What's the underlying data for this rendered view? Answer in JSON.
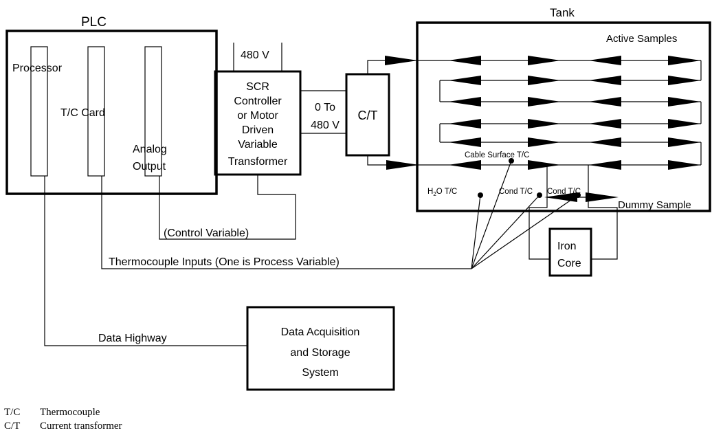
{
  "labels": {
    "plc": "PLC",
    "processor": "Processor",
    "tc_card": "T/C Card",
    "analog_output_1": "Analog",
    "analog_output_2": "Output",
    "supply_voltage": "480 V",
    "scr_line1": "SCR",
    "scr_line2": "Controller",
    "scr_line3": "or Motor",
    "scr_line4": "Driven",
    "scr_line5": "Variable",
    "scr_line6": "Transformer",
    "out_voltage_1": "0 To",
    "out_voltage_2": "480 V",
    "ct": "C/T",
    "tank": "Tank",
    "active_samples": "Active Samples",
    "cable_surface_tc": "Cable Surface T/C",
    "h2o_tc_main": "H",
    "h2o_tc_sub": "2",
    "h2o_tc_rest": "O T/C",
    "cond_tc_1": "Cond T/C",
    "cond_tc_2": "Cond T/C",
    "dummy_sample": "Dummy Sample",
    "iron_core_1": "Iron",
    "iron_core_2": "Core",
    "control_variable": "(Control Variable)",
    "thermocouple_inputs": "Thermocouple Inputs (One is Process Variable)",
    "data_highway": "Data Highway",
    "daq_line1": "Data Acquisition",
    "daq_line2": "and Storage",
    "daq_line3": "System"
  },
  "legend": [
    {
      "abbr": "T/C",
      "meaning": "Thermocouple"
    },
    {
      "abbr": "C/T",
      "meaning": "Current transformer"
    }
  ]
}
